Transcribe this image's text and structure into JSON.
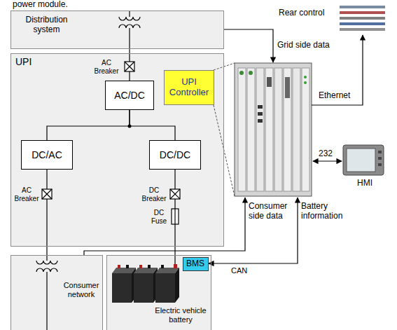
{
  "diagram": {
    "nodes": [
      {
        "text": [
          "Distribution system"
        ]
      },
      {
        "text": [
          "UPI"
        ]
      },
      {
        "text": [
          "AC/DC"
        ],
        "in": 1
      },
      {
        "text": [
          "UPI Controller"
        ],
        "in": 1
      },
      {
        "text": [
          "DC/AC"
        ],
        "in": 1
      },
      {
        "text": [
          "DC/DC"
        ],
        "in": 1
      },
      {
        "text": [
          "Consumer network"
        ]
      },
      {
        "text": [
          "Electric vehicle battery"
        ]
      },
      {
        "text": [
          "BMS"
        ],
        "in": 7
      }
    ],
    "edges": [
      {
        "from": 0,
        "to": 2,
        "arrow": "none"
      },
      {
        "from": 2,
        "to": 4,
        "arrow": "none"
      },
      {
        "from": 2,
        "to": 5,
        "arrow": "none"
      },
      {
        "from": 4,
        "to": 6,
        "arrow": "none"
      },
      {
        "from": 5,
        "to": 7,
        "arrow": "none"
      }
    ],
    "labels": [
      "power module.",
      "Rear control",
      "Grid side data",
      "Ethernet",
      "232",
      "HMI",
      "AC Breaker",
      "AC Breaker",
      "DC Breaker",
      "DC Fuse",
      "Consumer side data",
      "Battery information",
      "CAN"
    ]
  }
}
